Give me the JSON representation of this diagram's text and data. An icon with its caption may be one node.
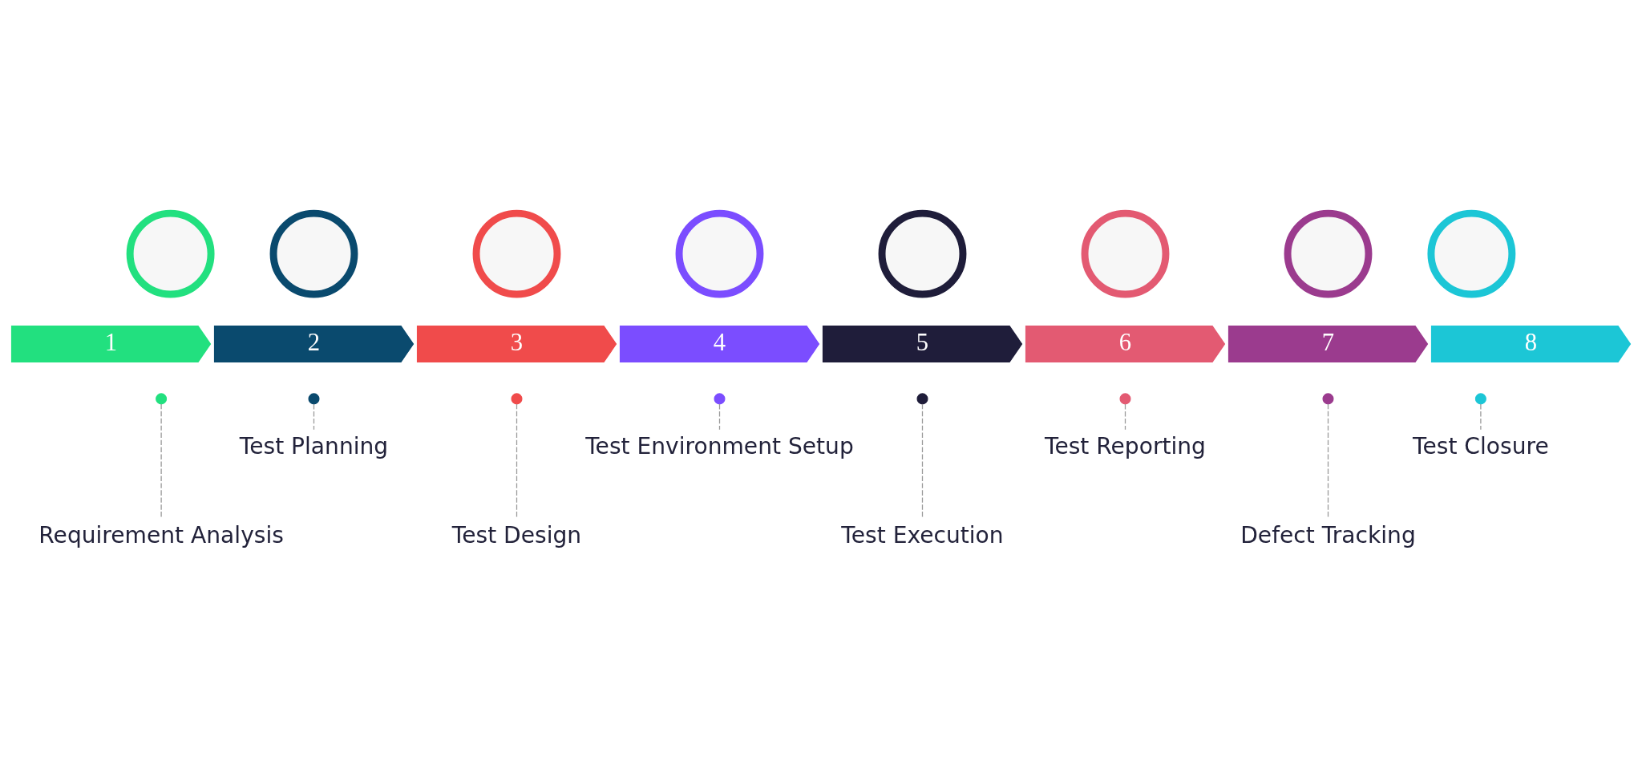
{
  "diagram": {
    "nodes": [
      {
        "text": [],
        "shape": "circle"
      },
      {
        "text": [],
        "shape": "circle"
      },
      {
        "text": [],
        "shape": "circle"
      },
      {
        "text": [],
        "shape": "circle"
      },
      {
        "text": [],
        "shape": "circle"
      },
      {
        "text": [],
        "shape": "circle"
      },
      {
        "text": [],
        "shape": "circle"
      },
      {
        "text": [],
        "shape": "circle"
      },
      {
        "text": [
          "1"
        ]
      },
      {
        "text": [
          "2"
        ]
      },
      {
        "text": [
          "3"
        ]
      },
      {
        "text": [
          "4"
        ]
      },
      {
        "text": [
          "5"
        ]
      },
      {
        "text": [
          "6"
        ]
      },
      {
        "text": [
          "7"
        ]
      },
      {
        "text": [
          "8"
        ]
      },
      {
        "text": [],
        "shape": "circle"
      },
      {
        "text": [],
        "shape": "circle"
      },
      {
        "text": [],
        "shape": "circle"
      },
      {
        "text": [],
        "shape": "circle"
      },
      {
        "text": [],
        "shape": "circle"
      },
      {
        "text": [],
        "shape": "circle"
      },
      {
        "text": [],
        "shape": "circle"
      },
      {
        "text": [],
        "shape": "circle"
      },
      {
        "text": [
          "Requirement Analysis"
        ]
      },
      {
        "text": [
          "Test Planning"
        ]
      },
      {
        "text": [
          "Test Design"
        ]
      },
      {
        "text": [
          "Test Environment Setup"
        ]
      },
      {
        "text": [
          "Test Execution"
        ]
      },
      {
        "text": [
          "Test Reporting"
        ]
      },
      {
        "text": [
          "Defect Tracking"
        ]
      },
      {
        "text": [
          "Test Closure"
        ]
      }
    ],
    "edges": [
      {
        "from": 16,
        "to": 24,
        "arrow": "none",
        "style": "dashed"
      },
      {
        "from": 17,
        "to": 25,
        "arrow": "none",
        "style": "dashed"
      },
      {
        "from": 18,
        "to": 26,
        "arrow": "none",
        "style": "dashed"
      },
      {
        "from": 19,
        "to": 27,
        "arrow": "none",
        "style": "dashed"
      },
      {
        "from": 20,
        "to": 28,
        "arrow": "none",
        "style": "dashed"
      },
      {
        "from": 21,
        "to": 29,
        "arrow": "none",
        "style": "dashed"
      },
      {
        "from": 22,
        "to": 30,
        "arrow": "none",
        "style": "dashed"
      },
      {
        "from": 23,
        "to": 31,
        "arrow": "none",
        "style": "dashed"
      }
    ]
  }
}
